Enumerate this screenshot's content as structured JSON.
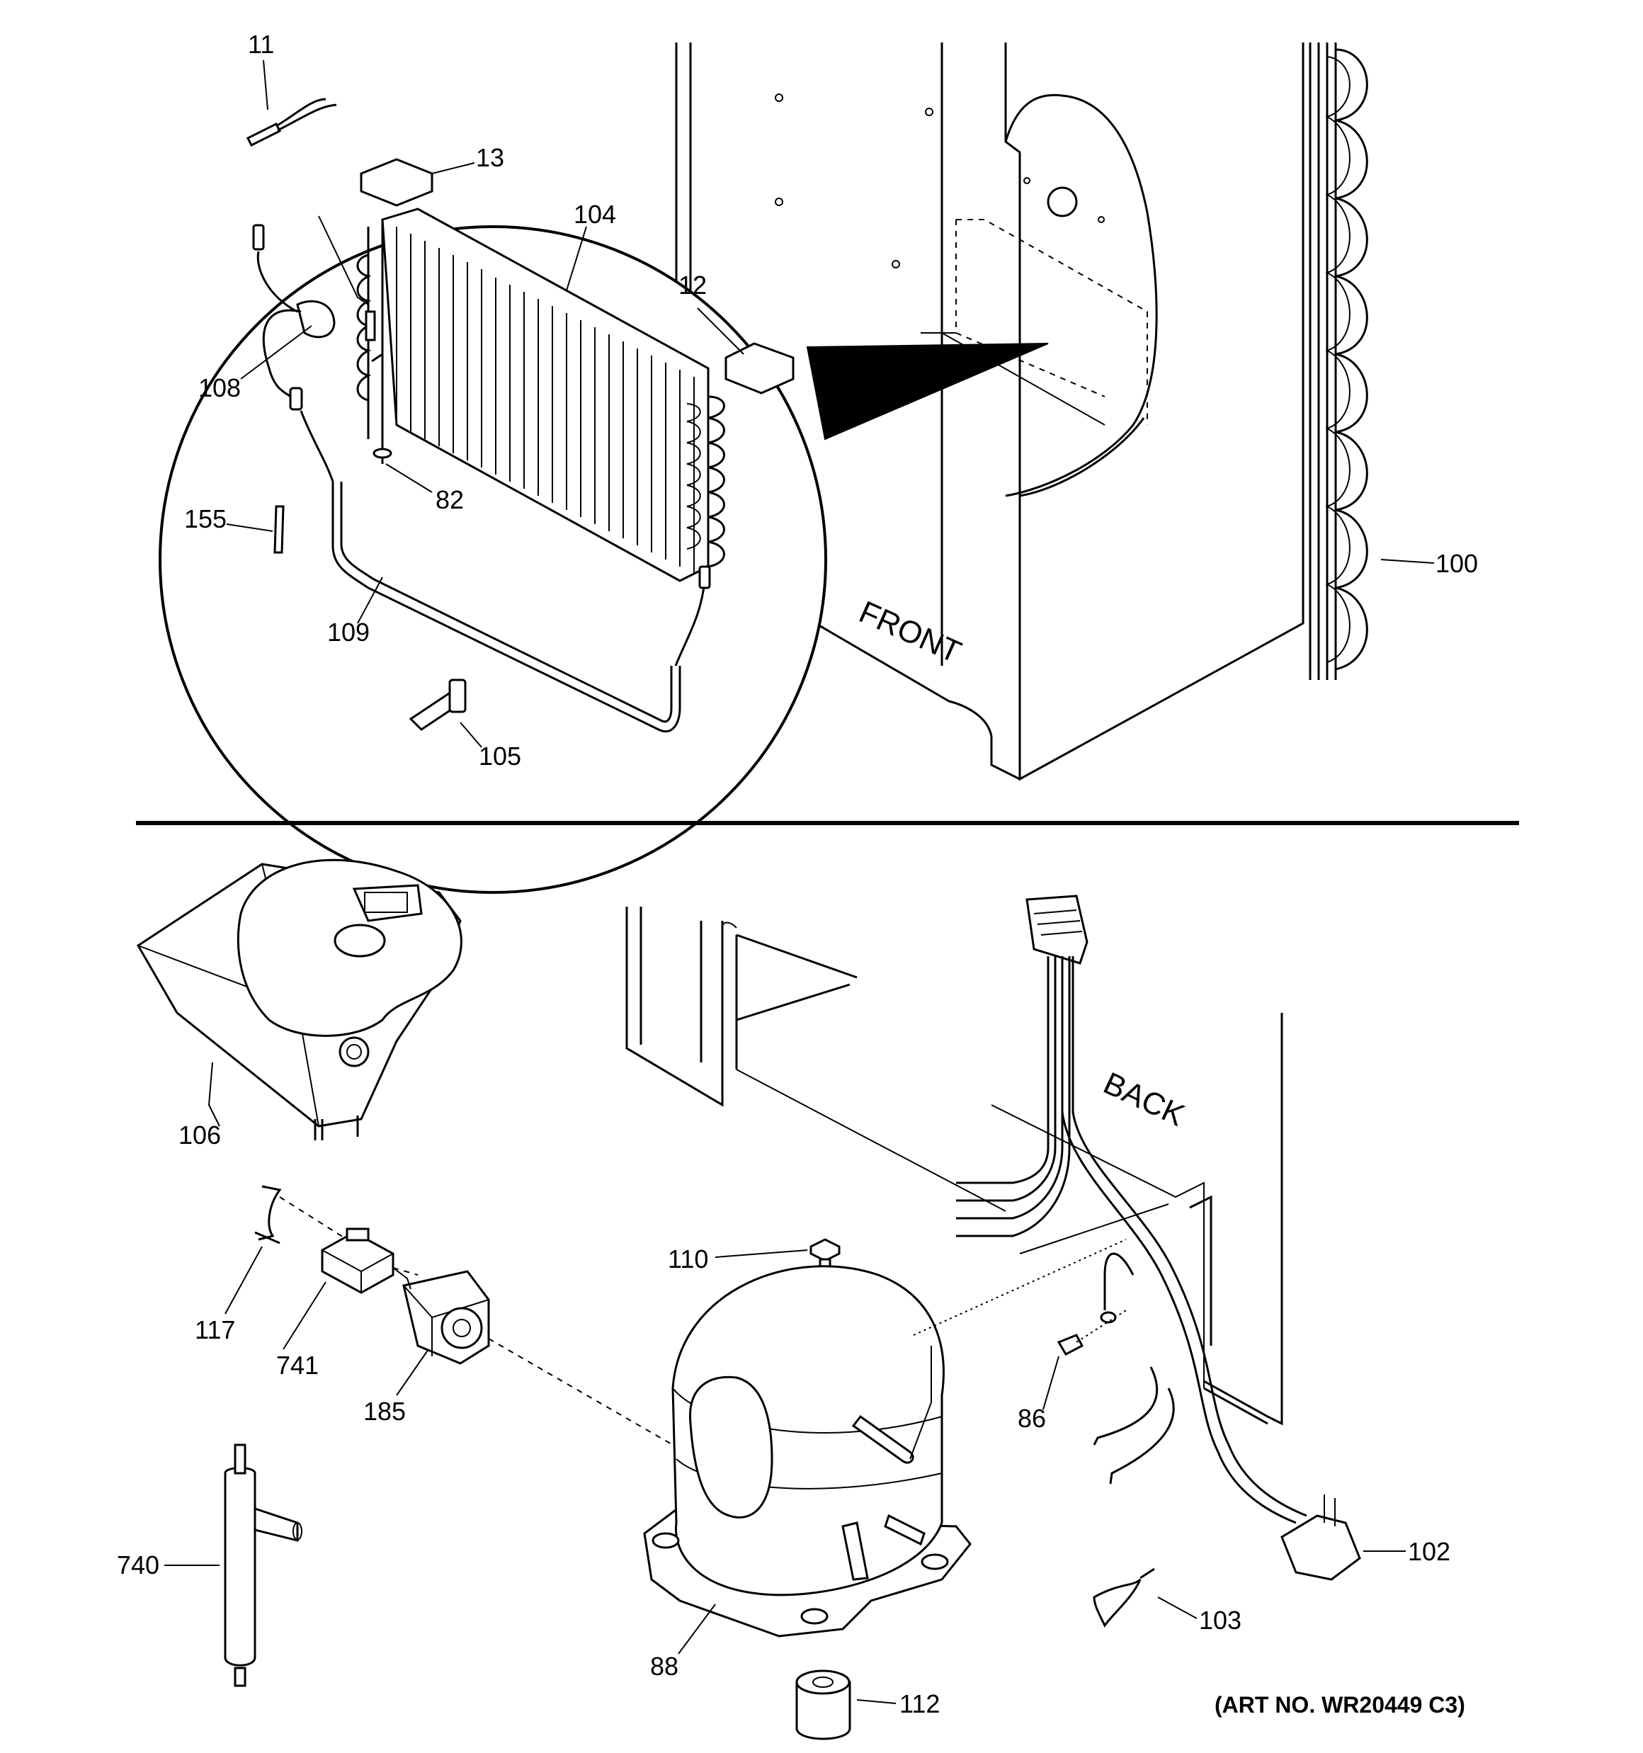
{
  "labels": {
    "p11": "11",
    "p13": "13",
    "p104": "104",
    "p12": "12",
    "p108": "108",
    "p82": "82",
    "p155": "155",
    "p109": "109",
    "p105": "105",
    "p100": "100",
    "p106": "106",
    "p117": "117",
    "p741": "741",
    "p185": "185",
    "p110": "110",
    "p86": "86",
    "p740": "740",
    "p88": "88",
    "p102": "102",
    "p103": "103",
    "p112": "112"
  },
  "side_labels": {
    "front": "FRONT",
    "back": "BACK"
  },
  "art_number": "(ART NO. WR20449 C3)"
}
